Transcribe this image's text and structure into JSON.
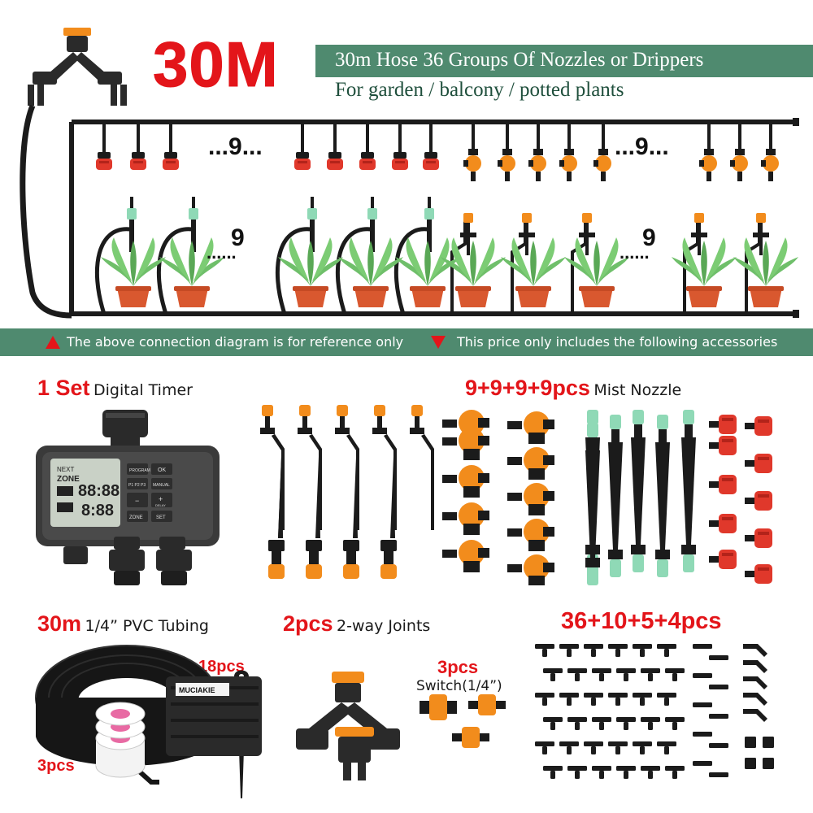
{
  "header": {
    "title": "30M",
    "banner": "30m Hose 36 Groups Of Nozzles or Drippers",
    "subtitle": "For garden / balcony / potted plants"
  },
  "diagram": {
    "count_label": "9",
    "dots": "...",
    "dots_long": "......"
  },
  "notice": {
    "left": "The above connection diagram is for reference only",
    "right": "This price only includes the following accessories"
  },
  "accessories": {
    "timer": {
      "qty": "1 Set",
      "name": "Digital Timer"
    },
    "nozzle": {
      "qty": "9+9+9+9pcs",
      "name": "Mist Nozzle"
    },
    "tubing": {
      "qty": "30m",
      "name": "1/4” PVC Tubing"
    },
    "stakes": {
      "qty": "18pcs"
    },
    "tape": {
      "qty": "3pcs"
    },
    "joints": {
      "qty": "2pcs",
      "name": "2-way Joints"
    },
    "switch": {
      "qty": "3pcs",
      "name": "Switch(1/4”)"
    },
    "connectors": {
      "qty": "36+10+5+4pcs"
    }
  },
  "timer_panel": {
    "brand_bag": "MUCIAKIE",
    "buttons": [
      "PROGRAM",
      "OK",
      "P1 P2 P3",
      "MANUAL",
      "+",
      "−",
      "DELAY",
      "ZONE",
      "SET"
    ],
    "lcd_top": "NEXT",
    "lcd_zone": "ZONE",
    "lcd_time1": "88:88",
    "lcd_time2": "8:88"
  },
  "colors": {
    "red": "#e3151a",
    "green_banner": "#4f8a6f",
    "orange": "#f28c1c",
    "dripper_red": "#e0382b",
    "tube": "#1b1b1b",
    "mint": "#8fd9b6"
  }
}
